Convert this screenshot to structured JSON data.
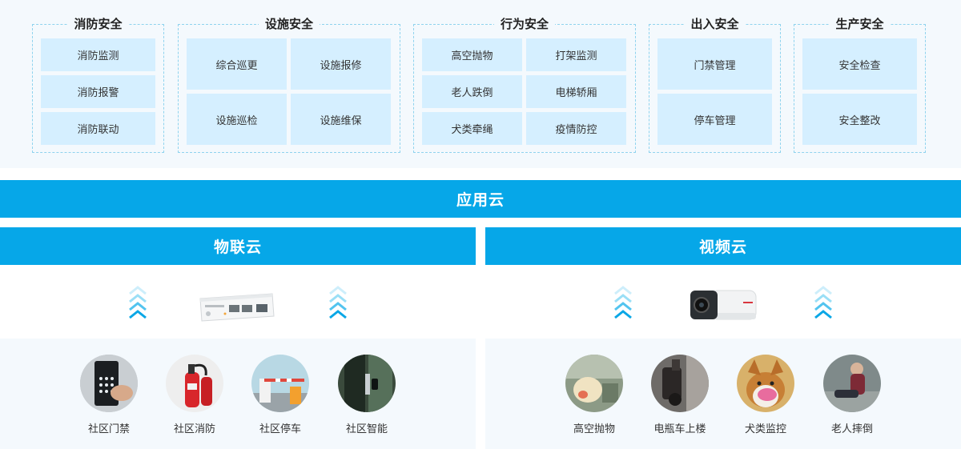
{
  "groups": [
    {
      "title": "消防安全",
      "items": [
        "消防监测",
        "消防报警",
        "消防联动"
      ]
    },
    {
      "title": "设施安全",
      "items": [
        "综合巡更",
        "设施报修",
        "设施巡检",
        "设施维保"
      ]
    },
    {
      "title": "行为安全",
      "items": [
        "高空抛物",
        "打架监测",
        "老人跌倒",
        "电梯轿厢",
        "犬类牵绳",
        "疫情防控"
      ]
    },
    {
      "title": "出入安全",
      "items": [
        "门禁管理",
        "停车管理"
      ]
    },
    {
      "title": "生产安全",
      "items": [
        "安全检查",
        "安全整改"
      ]
    }
  ],
  "bars": {
    "app_cloud": "应用云",
    "iot_cloud": "物联云",
    "video_cloud": "视频云"
  },
  "devices": {
    "gateway_icon": "iot-gateway-icon",
    "camera_icon": "bullet-camera-icon",
    "arrow_icon": "chevron-up-stack-icon"
  },
  "iot_scenes": [
    {
      "label": "社区门禁",
      "icon": "keypad-access-icon"
    },
    {
      "label": "社区消防",
      "icon": "fire-extinguisher-icon"
    },
    {
      "label": "社区停车",
      "icon": "parking-barrier-icon"
    },
    {
      "label": "社区智能",
      "icon": "smart-door-icon"
    }
  ],
  "video_scenes": [
    {
      "label": "高空抛物",
      "icon": "falling-object-icon"
    },
    {
      "label": "电瓶车上楼",
      "icon": "e-bike-elevator-icon"
    },
    {
      "label": "犬类监控",
      "icon": "dog-muzzle-icon"
    },
    {
      "label": "老人摔倒",
      "icon": "elder-fall-icon"
    }
  ],
  "colors": {
    "accent": "#06a7e8",
    "cell": "#d5efff",
    "panel": "#f4f9fd",
    "dash": "#8fd3ee"
  }
}
